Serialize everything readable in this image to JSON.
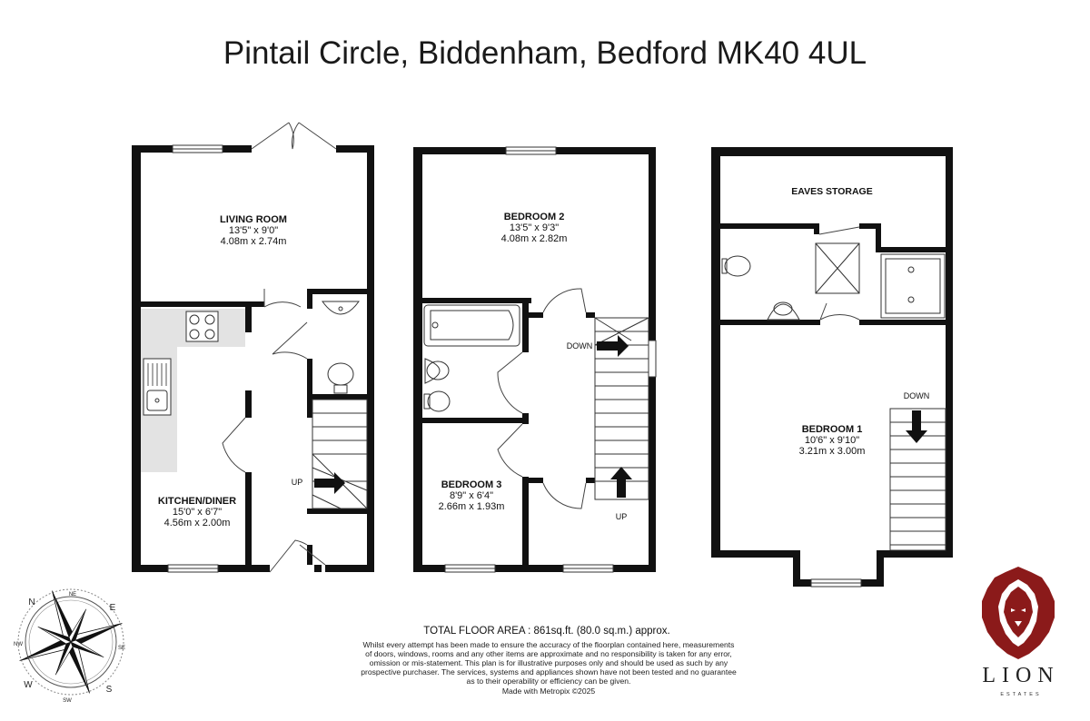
{
  "title": "Pintail Circle, Biddenham, Bedford MK40 4UL",
  "rooms": {
    "living_room": {
      "name": "LIVING ROOM",
      "imperial": "13'5\"  x 9'0\"",
      "metric": "4.08m  x 2.74m"
    },
    "kitchen": {
      "name": "KITCHEN/DINER",
      "imperial": "15'0\"  x 6'7\"",
      "metric": "4.56m  x 2.00m"
    },
    "bedroom2": {
      "name": "BEDROOM 2",
      "imperial": "13'5\"  x 9'3\"",
      "metric": "4.08m  x 2.82m"
    },
    "bedroom3": {
      "name": "BEDROOM 3",
      "imperial": "8'9\"  x 6'4\"",
      "metric": "2.66m  x 1.93m"
    },
    "bedroom1": {
      "name": "BEDROOM 1",
      "imperial": "10'6\"  x 9'10\"",
      "metric": "3.21m  x 3.00m"
    },
    "eaves": {
      "name": "EAVES STORAGE"
    }
  },
  "stair_labels": {
    "ground_up": "UP",
    "first_down": "DOWN",
    "first_up": "UP",
    "second_down": "DOWN"
  },
  "total_area": "TOTAL FLOOR AREA : 861sq.ft. (80.0 sq.m.) approx.",
  "disclaimer": [
    "Whilst every attempt has been made to ensure the accuracy of the floorplan contained here, measurements",
    "of doors, windows, rooms and any other items are approximate and no responsibility is taken for any error,",
    "omission or mis-statement. This plan is for illustrative purposes only and should be used as such by any",
    "prospective purchaser. The services, systems and appliances shown have not been tested and no guarantee",
    "as to their operability or efficiency can be given.",
    "Made with Metropix ©2025"
  ],
  "brand": {
    "name": "LION",
    "sub": "ESTATES",
    "color": "#8b1a1a"
  },
  "compass": {
    "n": "N",
    "ne": "NE",
    "e": "E",
    "se": "SE",
    "s": "S",
    "sw": "SW",
    "w": "W",
    "nw": "NW"
  },
  "colors": {
    "wall": "#111111",
    "kitchen_counter": "#e3e3e3"
  }
}
